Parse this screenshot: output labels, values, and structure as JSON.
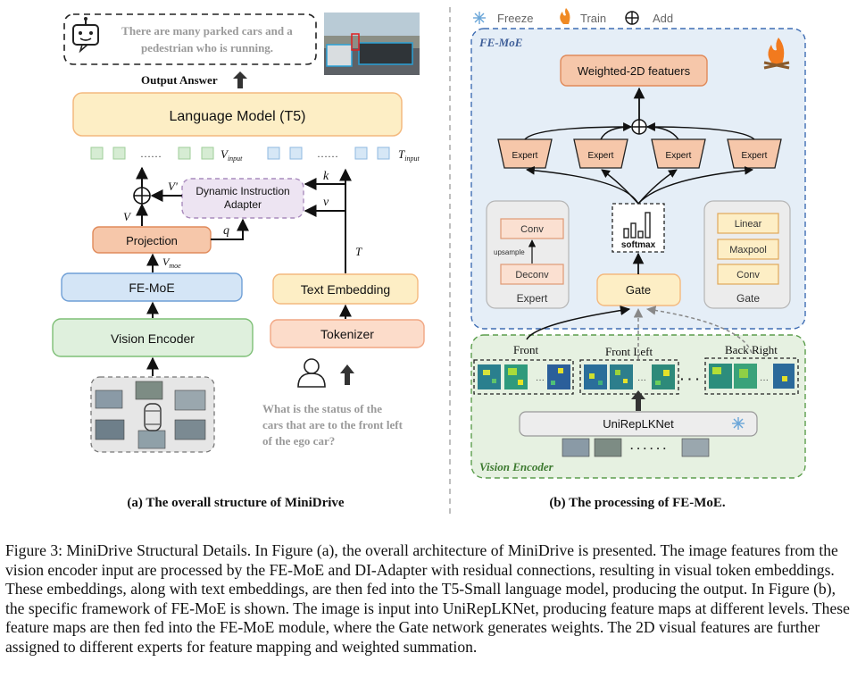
{
  "legend": {
    "freeze": "Freeze",
    "train": "Train",
    "add": "Add"
  },
  "left": {
    "bubble_text_1": "There are many parked cars and a",
    "bubble_text_2": "pedestrian who is running.",
    "output_answer": "Output Answer",
    "language_model": "Language Model (T5)",
    "dots": "……",
    "v_input": "V",
    "v_input_sub": "input",
    "t_input": "T",
    "t_input_sub": "input",
    "adapter_line1": "Dynamic Instruction",
    "adapter_line2": "Adapter",
    "v_prime": "V'",
    "v": "V",
    "k": "k",
    "v_small": "v",
    "q": "q",
    "t": "T",
    "projection": "Projection",
    "v_moe": "V",
    "v_moe_sub": "moe",
    "fe_moe": "FE-MoE",
    "text_embedding": "Text Embedding",
    "tokenizer": "Tokenizer",
    "vision_encoder": "Vision Encoder",
    "question_1": "What is the status of the",
    "question_2": "cars that are to the front left",
    "question_3": "of the ego car?",
    "subcaption": "(a)  The overall structure of MiniDrive"
  },
  "right": {
    "fe_moe_label": "FE-MoE",
    "weighted": "Weighted-2D featuers",
    "expert": "Expert",
    "softmax": "softmax",
    "conv": "Conv",
    "upsample": "upsample",
    "deconv": "Deconv",
    "expert_panel": "Expert",
    "gate": "Gate",
    "linear": "Linear",
    "maxpool": "Maxpool",
    "gate_conv": "Conv",
    "gate_panel": "Gate",
    "front": "Front",
    "front_left": "Front Left",
    "back_right": "Back Right",
    "dots": "···",
    "big_dots": "· · ·",
    "unireplk": "UniRepLKNet",
    "img_dots": "· · · · · ·",
    "vision_encoder_label": "Vision Encoder",
    "subcaption": "(b)  The processing of FE-MoE."
  },
  "caption": "Figure 3: MiniDrive Structural Details. In Figure (a), the overall architecture of MiniDrive is presented. The image features from the vision encoder input are processed by the FE-MoE and DI-Adapter with residual connections, resulting in visual token embeddings. These embeddings, along with text embeddings, are then fed into the T5-Small language model, producing the output. In Figure (b), the specific framework of FE-MoE is shown. The image is input into UniRepLKNet, producing feature maps at different levels. These feature maps are then fed into the FE-MoE module, where the Gate network generates weights. The 2D visual features are further assigned to different experts for feature mapping and weighted summation."
}
